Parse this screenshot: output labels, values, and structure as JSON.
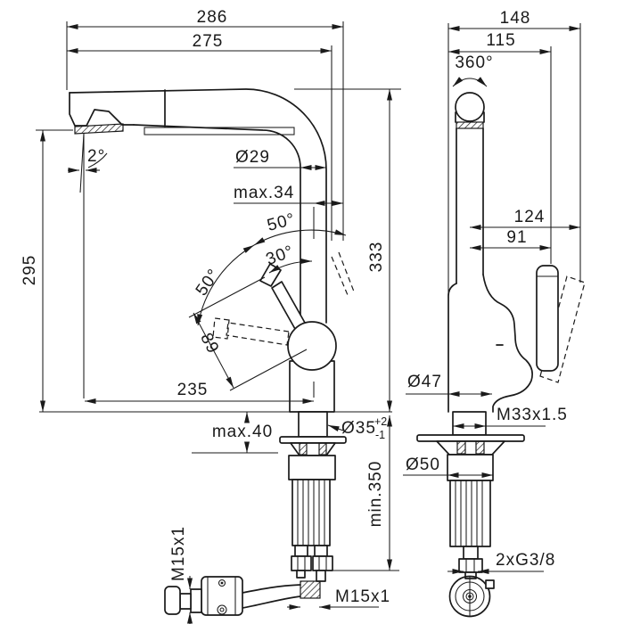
{
  "drawing": {
    "kind": "technical installation drawing",
    "subject": "single-lever kitchen mixer tap with pull-out spray",
    "background": "#ffffff",
    "line_color": "#1a1a1a"
  },
  "front_view": {
    "width_total": "286",
    "width_to_axis": "275",
    "spout_diameter": "Ø29",
    "rear_offset_max": "max.34",
    "spray_angle": "2°",
    "outlet_height": "295",
    "spout_height": "333",
    "handle_swing_lower": "50°",
    "handle_lift_angle": "30°",
    "handle_swing_upper": "50°",
    "handle_length": "89",
    "outlet_reach": "235",
    "deck_thickness_max": "max.40",
    "hole_diameter": "Ø35",
    "hole_tolerance_plus": "+2",
    "hole_tolerance_minus": "-1",
    "clearance_min": "min.350",
    "hose_thread_vertical": "M15x1",
    "hose_thread_horizontal": "M15x1"
  },
  "side_view": {
    "depth_total": "148",
    "depth_to_handle": "115",
    "swivel_range": "360°",
    "handle_reach": "124",
    "body_reach": "91",
    "body_diameter": "Ø47",
    "shank_thread": "M33x1.5",
    "base_diameter": "Ø50",
    "supply_connection": "2xG3/8"
  }
}
